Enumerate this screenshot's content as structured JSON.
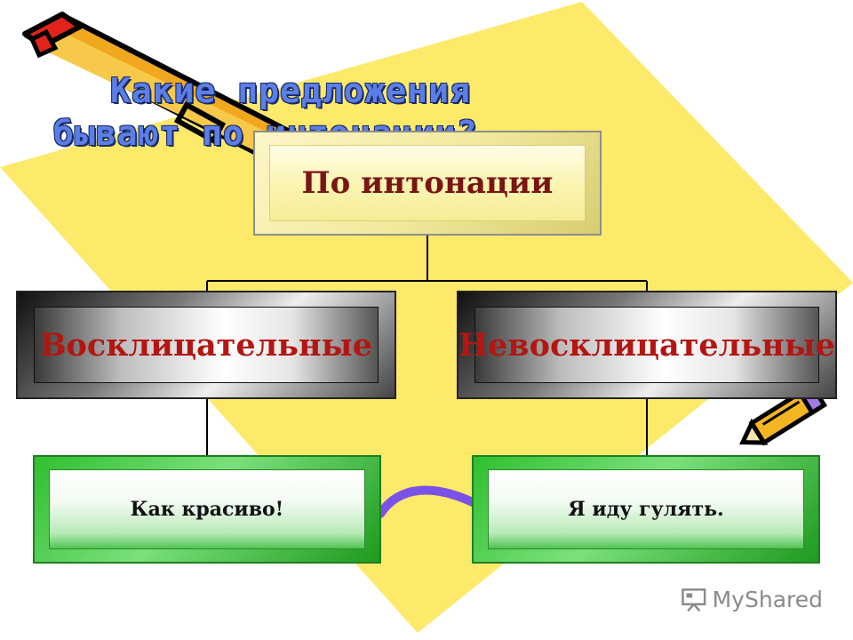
{
  "title": {
    "line1": "Какие предложения",
    "line2": "бывают по интонации?"
  },
  "diagram": {
    "root": "По интонации",
    "left_category": "Восклицательные",
    "right_category": "Невосклицательные",
    "left_example": "Как красиво!",
    "right_example": "Я иду гулять."
  },
  "watermark": "MyShared",
  "colors": {
    "background_shape": "#fde96a",
    "title_text": "#5b7fe6",
    "root_text": "#7a1515",
    "category_text": "#b31612",
    "example_border": "#2fbf2f",
    "connector": "#000000",
    "purple_curve": "#7b52e6"
  }
}
